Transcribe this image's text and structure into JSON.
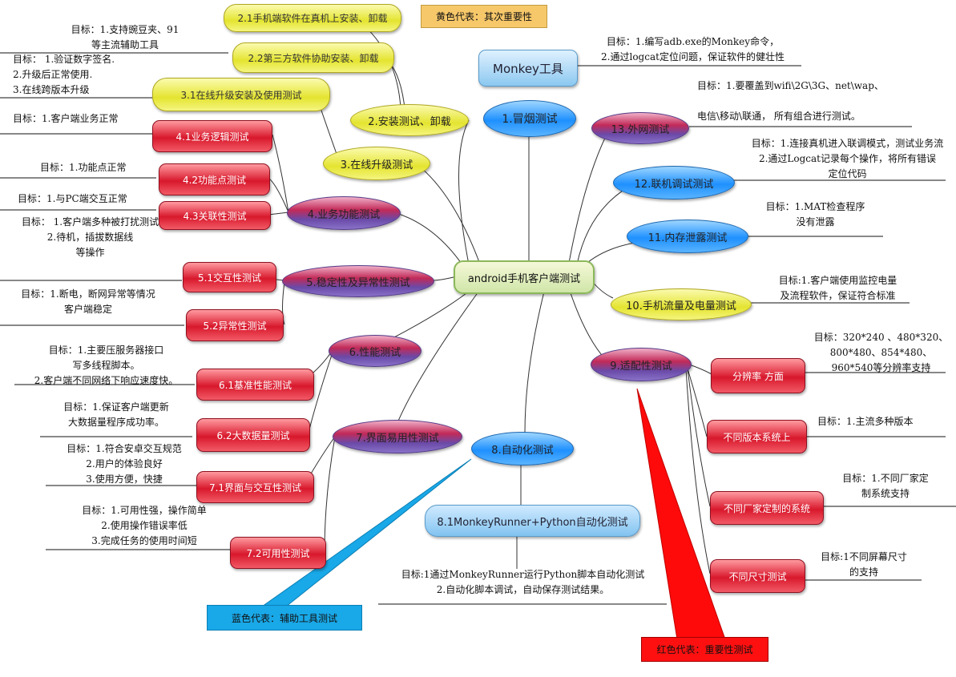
{
  "root": {
    "label": "android手机客户端测试"
  },
  "legend": {
    "yellow": {
      "label": "黄色代表：其次重要性",
      "color": "#f7c86a"
    },
    "blue": {
      "label": "蓝色代表：辅助工具测试",
      "color": "#19a8e8"
    },
    "red": {
      "label": "红色代表：重要性测试",
      "color": "#ff1010"
    }
  },
  "branches": {
    "smoke": {
      "label": "1.冒烟测试",
      "tool": "Monkey工具",
      "note": "目标：1.编写adb.exe的Monkey命令，\n2.通过logcat定位问题，保证软件的健壮性"
    },
    "install": {
      "label": "2.安装测试、卸载",
      "sub1": "2.1手机端软件在真机上安装、卸载",
      "sub2": "2.2第三方软件协助安装、卸载",
      "note1": "目标：1.支持豌豆夹、91\n等主流辅助工具",
      "note2": "目标： 1.验证数字签名.\n2.升级后正常使用.\n3.在线跨版本升级"
    },
    "upgrade": {
      "label": "3.在线升级测试",
      "sub1": "3.1在线升级安装及使用测试"
    },
    "business": {
      "label": "4.业务功能测试",
      "sub1": "4.1业务逻辑测试",
      "sub2": "4.2功能点测试",
      "sub3": "4.3关联性测试",
      "note1": "目标：1.客户端业务正常",
      "note2": "目标：1.功能点正常",
      "note3": "目标：1.与PC端交互正常",
      "note4": "目标： 1.客户端多种被打扰测试\n2.待机，插拔数据线\n等操作"
    },
    "stability": {
      "label": "5.稳定性及异常性测试",
      "sub1": "5.1交互性测试",
      "sub2": "5.2异常性测试",
      "note1": "目标：1.断电，断网异常等情况\n客户端稳定"
    },
    "performance": {
      "label": "6.性能测试",
      "sub1": "6.1基准性能测试",
      "sub2": "6.2大数据量测试",
      "note1": "目标：1.主要压服务器接口\n写多线程脚本。\n2.客户端不同网络下响应速度快。",
      "note2": "目标：1.保证客户端更新\n大数据量程序成功率。"
    },
    "ui": {
      "label": "7.界面易用性测试",
      "sub1": "7.1界面与交互性测试",
      "sub2": "7.2可用性测试",
      "note1": "目标：1.符合安卓交互规范\n2.用户的体验良好\n3.使用方便，快捷",
      "note2": "目标：1.可用性强，操作简单\n2.使用操作错误率低\n3.完成任务的使用时间短"
    },
    "automation": {
      "label": "8.自动化测试",
      "sub1": "8.1MonkeyRunner+Python自动化测试",
      "note1": "目标:1通过MonkeyRunner运行Python脚本自动化测试\n2.自动化脚本调试，自动保存测试结果。"
    },
    "compat": {
      "label": "9.适配性测试",
      "sub1": "分辨率 方面",
      "sub2": "不同版本系统上",
      "sub3": "不同厂家定制的系统",
      "sub4": "不同尺寸测试",
      "note1": "目标：320*240 、480*320、\n800*480、854*480、\n960*540等分辨率支持",
      "note2": "目标：1.主流多种版本",
      "note3": "目标：1.不同厂家定\n制系统支持",
      "note4": "目标:1不同屏幕尺寸\n的支持"
    },
    "traffic": {
      "label": "10.手机流量及电量测试",
      "note": "目标:1.客户端使用监控电量\n及流程软件，保证符合标准"
    },
    "memory": {
      "label": "11.内存泄露测试",
      "note": "目标：1.MAT检查程序\n没有泄露"
    },
    "joint": {
      "label": "12.联机调试测试",
      "note": "目标：1.连接真机进入联调模式，测试业务流\n2.通过Logcat记录每个操作，将所有错误\n定位代码"
    },
    "network": {
      "label": "13.外网测试",
      "note": "目标：1.要覆盖到wifi\\2G\\3G、net\\wap、\n\n电信\\移动\\联通， 所有组合进行测试。"
    }
  }
}
